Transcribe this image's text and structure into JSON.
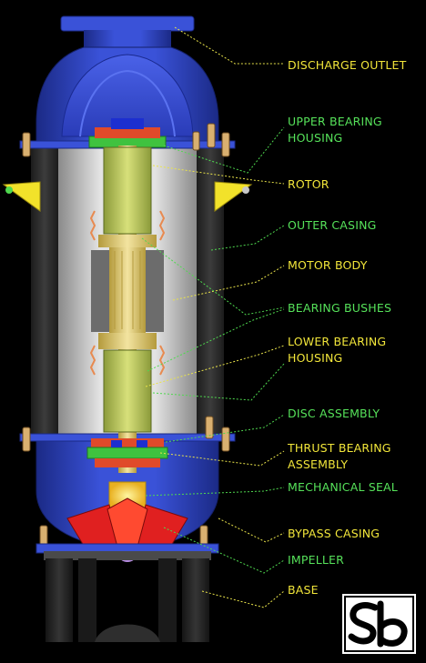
{
  "labels": [
    {
      "id": "discharge-outlet",
      "text": "DISCHARGE OUTLET",
      "color": "#f2e63a"
    },
    {
      "id": "upper-bearing-housing",
      "lines": [
        "UPPER BEARING",
        "HOUSING"
      ],
      "color": "#56e25a"
    },
    {
      "id": "rotor",
      "text": "ROTOR",
      "color": "#f2e63a"
    },
    {
      "id": "outer-casing",
      "text": "OUTER CASING",
      "color": "#56e25a"
    },
    {
      "id": "motor-body",
      "text": "MOTOR BODY",
      "color": "#f2e63a"
    },
    {
      "id": "bearing-bushes",
      "text": "BEARING BUSHES",
      "color": "#56e25a"
    },
    {
      "id": "lower-bearing-housing",
      "lines": [
        "LOWER BEARING",
        "HOUSING"
      ],
      "color": "#f2e63a"
    },
    {
      "id": "disc-assembly",
      "text": "DISC ASSEMBLY",
      "color": "#56e25a"
    },
    {
      "id": "thrust-bearing-assembly",
      "lines": [
        "THRUST BEARING",
        "ASSEMBLY"
      ],
      "color": "#f2e63a"
    },
    {
      "id": "mechanical-seal",
      "text": "MECHANICAL SEAL",
      "color": "#56e25a"
    },
    {
      "id": "bypass-casing",
      "text": "BYPASS CASING",
      "color": "#f2e63a"
    },
    {
      "id": "impeller",
      "text": "IMPELLER",
      "color": "#56e25a"
    },
    {
      "id": "base",
      "text": "BASE",
      "color": "#f2e63a"
    }
  ],
  "colors": {
    "background": "#000000",
    "casing_blue": "#3046c8",
    "motor_grey": "#c9c9c9",
    "shaft_yellow": "#e9d06a",
    "housing_green": "#3fc23f",
    "impeller_red": "#e02020",
    "leader_yellow": "#e9e34a",
    "leader_green": "#4fd84f"
  },
  "icons": {
    "logo": "sb-logo-mark",
    "pump": "submersible-pump-cutaway"
  }
}
